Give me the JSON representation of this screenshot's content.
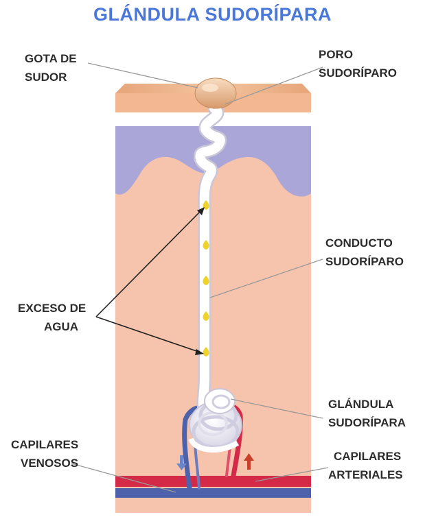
{
  "title": "GLÁNDULA SUDORÍPARA",
  "labels": {
    "gota": [
      "GOTA DE",
      "SUDOR"
    ],
    "poro": [
      "PORO",
      "SUDORÍPARO"
    ],
    "conducto": [
      "CONDUCTO",
      "SUDORÍPARO"
    ],
    "exceso": [
      "EXCESO DE",
      "AGUA"
    ],
    "glandula": [
      "GLÁNDULA",
      "SUDORÍPARA"
    ],
    "venosos": [
      "CAPILARES",
      "VENOSOS"
    ],
    "arteriales": [
      "CAPILARES",
      "ARTERIALES"
    ]
  },
  "colors": {
    "title": "#4a78d8",
    "epidermis": "#f0b890",
    "dermis": "#f6c3ac",
    "hypodermis_band": "#aaa7d8",
    "artery": "#d42a48",
    "vein": "#4d62ab",
    "water_droplet": "#efd22e"
  }
}
